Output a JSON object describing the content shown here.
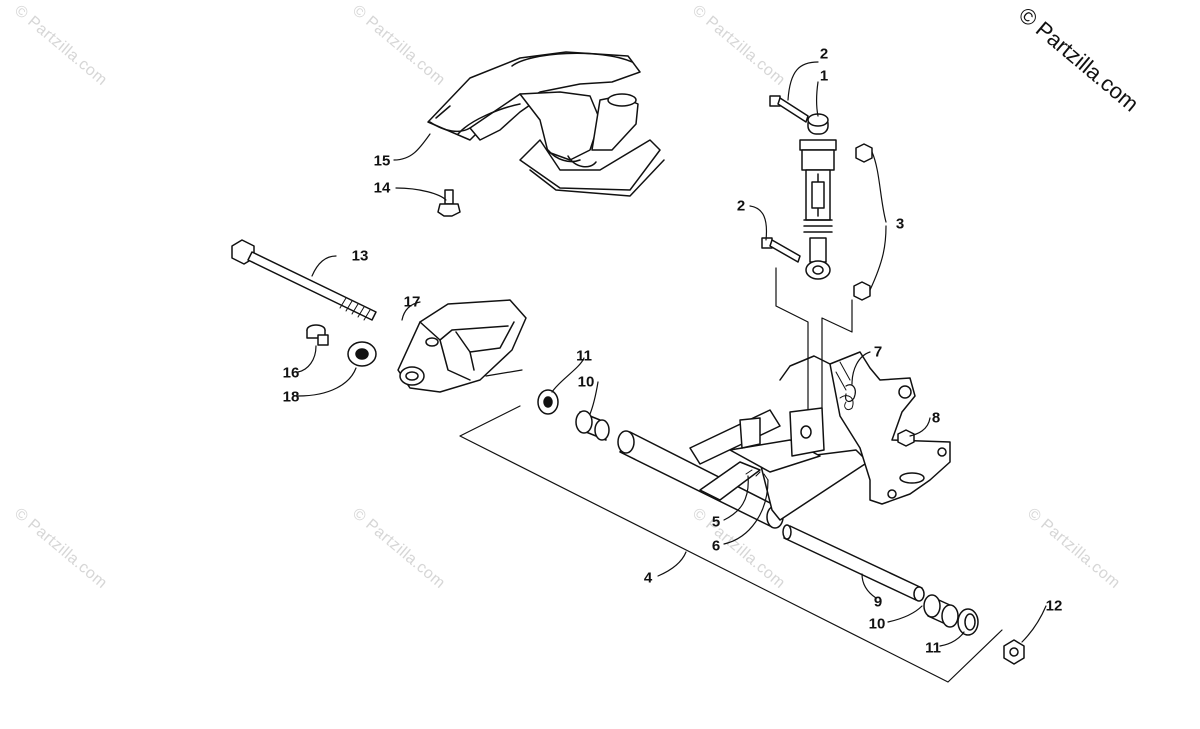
{
  "watermark": "© Partzilla.com",
  "callouts": {
    "c1": "1",
    "c2a": "2",
    "c2b": "2",
    "c3": "3",
    "c4": "4",
    "c5": "5",
    "c6": "6",
    "c7": "7",
    "c8": "8",
    "c9": "9",
    "c10a": "10",
    "c10b": "10",
    "c11a": "11",
    "c11b": "11",
    "c12": "12",
    "c13": "13",
    "c14": "14",
    "c15": "15",
    "c16": "16",
    "c17": "17",
    "c18": "18"
  }
}
